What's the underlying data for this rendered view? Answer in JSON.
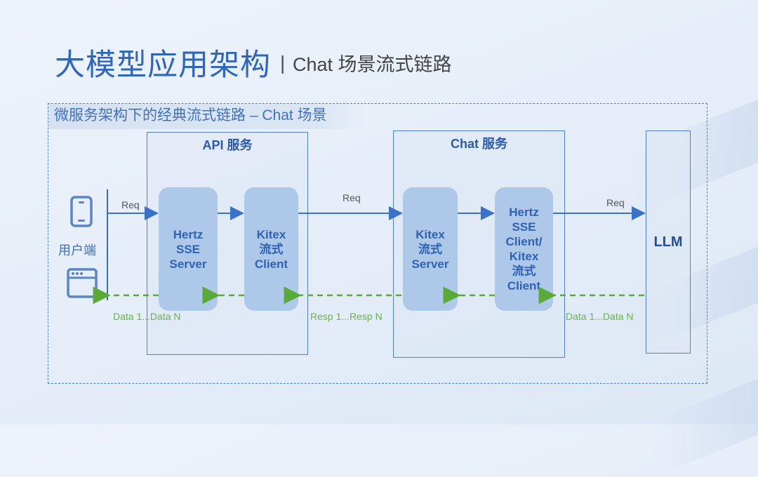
{
  "header": {
    "title": "大模型应用架构",
    "separator": "|",
    "subtitle": "Chat 场景流式链路"
  },
  "section": {
    "label": "微服务架构下的经典流式链路 – Chat 场景"
  },
  "client": {
    "label": "用户端",
    "icons": [
      "mobile-phone-icon",
      "browser-window-icon"
    ]
  },
  "services": [
    {
      "title": "API 服务",
      "nodes": [
        "Hertz\nSSE\nServer",
        "Kitex\n流式\nClient"
      ]
    },
    {
      "title": "Chat 服务",
      "nodes": [
        "Kitex\n流式\nServer",
        "Hertz\nSSE\nClient/\nKitex\n流式\nClient"
      ]
    }
  ],
  "llm": {
    "label": "LLM"
  },
  "flows": {
    "req_1": "Req",
    "req_2": "Req",
    "req_3": "Req",
    "resp_1": "Data 1...Data N",
    "resp_2": "Resp 1...Resp N",
    "resp_3": "Data 1...Data N"
  },
  "colors": {
    "request_arrow": "#3a72c8",
    "response_arrow": "#5aaa3a",
    "accent": "#2f66b8"
  }
}
